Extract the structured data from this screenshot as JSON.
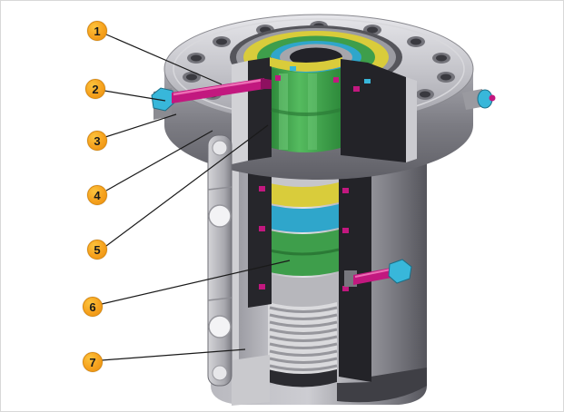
{
  "callouts": [
    {
      "number": "1"
    },
    {
      "number": "2"
    },
    {
      "number": "3"
    },
    {
      "number": "4"
    },
    {
      "number": "5"
    },
    {
      "number": "6"
    },
    {
      "number": "7"
    }
  ],
  "colors": {
    "callout_fill": "#F6A21E",
    "callout_text": "#1A1A1A",
    "bolt_magenta": "#C2187F",
    "fitting_cyan": "#38B7DA",
    "seal_yellow": "#D9CC3B",
    "seal_green": "#3E9E4B",
    "seal_cyan": "#2FA6CB"
  }
}
